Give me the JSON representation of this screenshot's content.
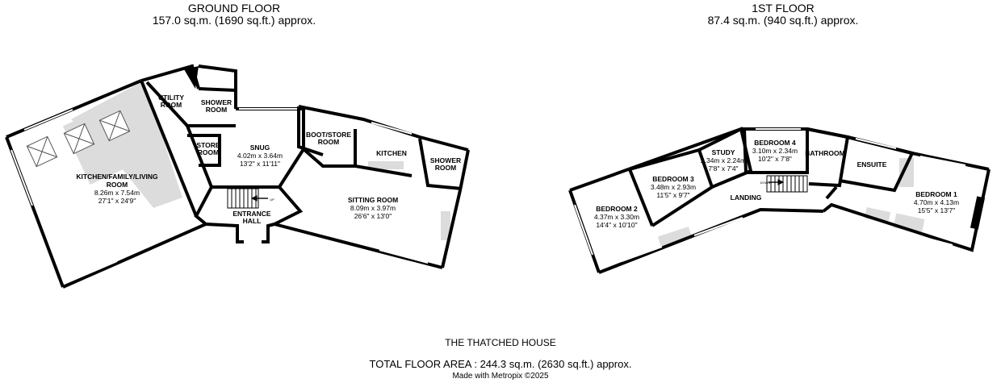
{
  "header": {
    "ground": {
      "title": "GROUND FLOOR",
      "area": "157.0 sq.m. (1690 sq.ft.) approx."
    },
    "first": {
      "title": "1ST FLOOR",
      "area": "87.4 sq.m. (940 sq.ft.) approx."
    }
  },
  "ground_rooms": {
    "kitchen": {
      "l1": "KITCHEN/FAMILY/LIVING",
      "l2": "ROOM",
      "d1": "8.26m  x 7.54m",
      "d2": "27'1\"  x 24'9\""
    },
    "utility": {
      "l1": "UTILITY",
      "l2": "ROOM"
    },
    "shower1": {
      "l1": "SHOWER",
      "l2": "ROOM"
    },
    "store": {
      "l1": "STORE",
      "l2": "ROOM"
    },
    "snug": {
      "l1": "SNUG",
      "d1": "4.02m  x 3.64m",
      "d2": "13'2\"  x 11'11\""
    },
    "boot": {
      "l1": "BOOT/STORE",
      "l2": "ROOM"
    },
    "kitchen2": {
      "l1": "KITCHEN"
    },
    "shower2": {
      "l1": "SHOWER",
      "l2": "ROOM"
    },
    "sitting": {
      "l1": "SITTING ROOM",
      "d1": "8.09m  x 3.97m",
      "d2": "26'6\"  x 13'0\""
    },
    "entrance": {
      "l1": "ENTRANCE",
      "l2": "HALL"
    },
    "up": "UP"
  },
  "first_rooms": {
    "bed2": {
      "l1": "BEDROOM 2",
      "d1": "4.37m  x 3.30m",
      "d2": "14'4\"  x 10'10\""
    },
    "bed3": {
      "l1": "BEDROOM 3",
      "d1": "3.48m  x 2.93m",
      "d2": "11'5\"  x 9'7\""
    },
    "study": {
      "l1": "STUDY",
      "d1": "2.34m  x 2.24m",
      "d2": "7'8\"  x 7'4\""
    },
    "bed4": {
      "l1": "BEDROOM 4",
      "d1": "3.10m  x 2.34m",
      "d2": "10'2\"  x 7'8\""
    },
    "bathroom": {
      "l1": "BATHROOM"
    },
    "ensuite": {
      "l1": "ENSUITE"
    },
    "bed1": {
      "l1": "BEDROOM 1",
      "d1": "4.70m  x 4.13m",
      "d2": "15'5\"  x 13'7\""
    },
    "landing": {
      "l1": "LANDING"
    },
    "down": "DOWN"
  },
  "footer": {
    "name": "THE THATCHED HOUSE",
    "total": "TOTAL FLOOR AREA : 244.3 sq.m. (2630 sq.ft.) approx.",
    "credit": "Made with Metropix ©2025"
  },
  "colors": {
    "wall": "#000000",
    "fixture": "#dddddd",
    "window": "#ffffff"
  }
}
